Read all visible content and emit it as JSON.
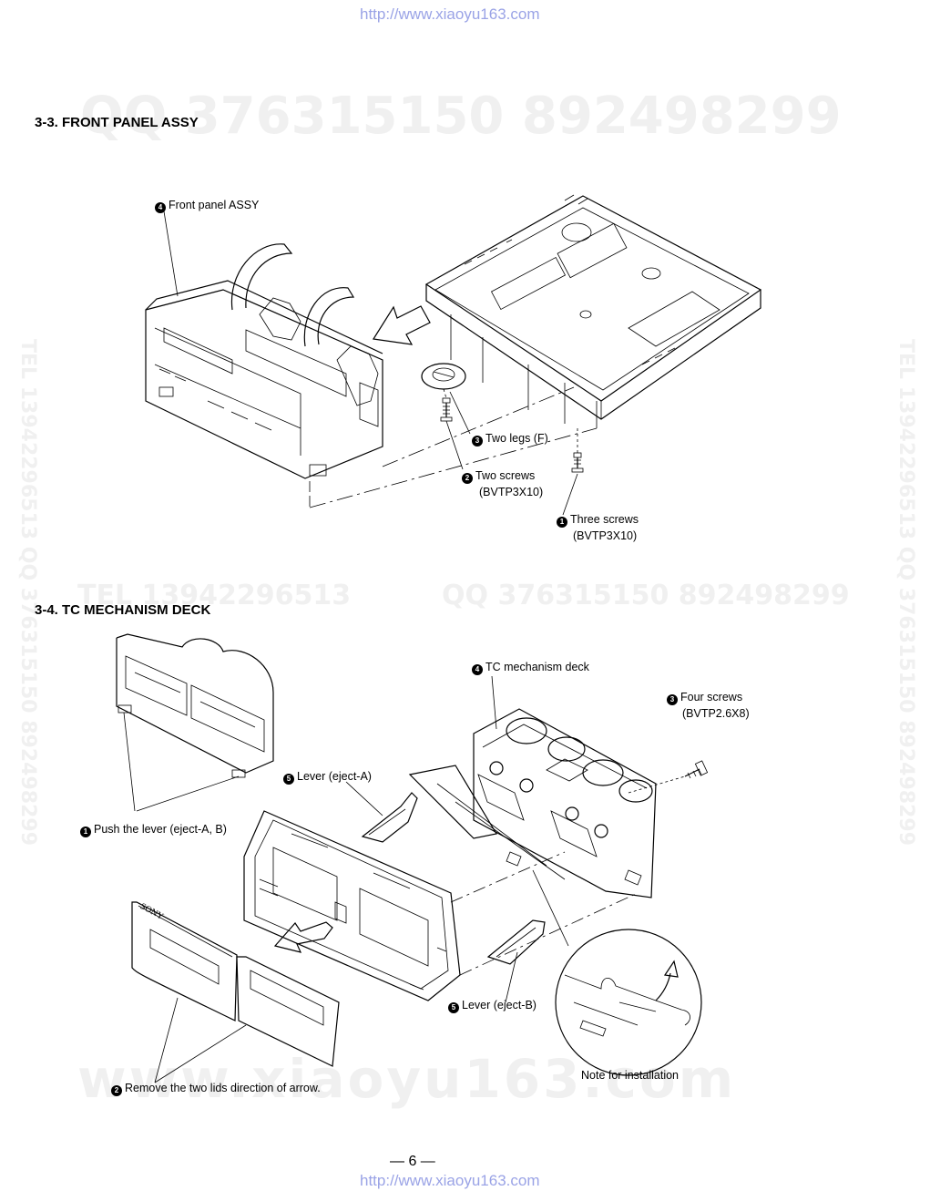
{
  "header_url": "http://www.xiaoyu163.com",
  "footer_url": "http://www.xiaoyu163.com",
  "watermarks": {
    "qq_top": "QQ 376315150   892498299",
    "tel_mid": "TEL 13942296513",
    "qq_mid": "QQ 376315150  892498299",
    "www_bottom": "www.xiaoyu163.com",
    "side_left": "TEL 13942296513  QQ 376315150  892498299",
    "side_right": "TEL 13942296513  QQ 376315150  892498299"
  },
  "section1": {
    "title": "3-3.  FRONT PANEL ASSY",
    "labels": {
      "front_panel": {
        "num": "4",
        "text": "Front panel ASSY"
      },
      "two_legs": {
        "num": "3",
        "text": "Two legs (F)"
      },
      "two_screws": {
        "num": "2",
        "text": "Two screws",
        "spec": "(BVTP3X10)"
      },
      "three_screws": {
        "num": "1",
        "text": "Three screws",
        "spec": "(BVTP3X10)"
      }
    }
  },
  "section2": {
    "title": "3-4.  TC MECHANISM DECK",
    "labels": {
      "tc_deck": {
        "num": "4",
        "text": "TC mechanism deck"
      },
      "four_screws": {
        "num": "3",
        "text": "Four screws",
        "spec": "(BVTP2.6X8)"
      },
      "lever_a": {
        "num": "5",
        "text": "Lever (eject-A)"
      },
      "push_lever": {
        "num": "1",
        "text": "Push the lever (eject-A, B)"
      },
      "lever_b": {
        "num": "5",
        "text": "Lever (eject-B)"
      },
      "remove_lids": {
        "num": "2",
        "text": "Remove the two lids direction of arrow."
      },
      "note": "Note for installation",
      "lid_brand": "SONY"
    }
  },
  "page_number": "— 6 —"
}
